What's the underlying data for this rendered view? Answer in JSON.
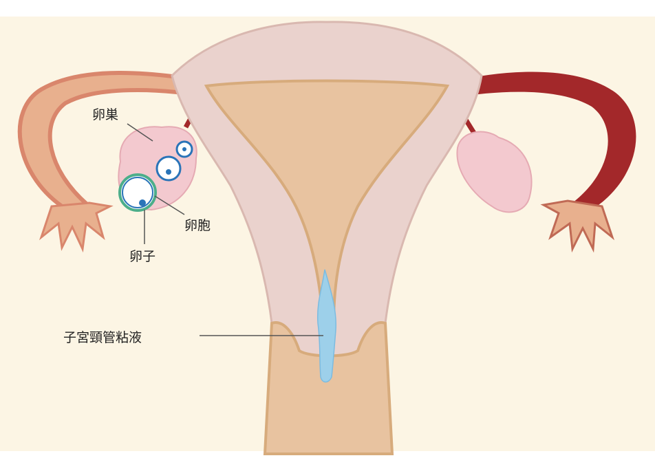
{
  "labels": {
    "ovary": "卵巣",
    "follicle": "卵胞",
    "egg": "卵子",
    "cervical_mucus": "子宮頸管粘液"
  },
  "colors": {
    "background": "#fcf5e4",
    "uterus_wall": "#ead2cd",
    "uterus_cavity": "#e8c3a0",
    "tube_left": "#d9866c",
    "tube_right": "#a3282a",
    "ovary": "#f3c9cf",
    "mucus": "#9dd0ea",
    "leader_line": "#555555"
  }
}
